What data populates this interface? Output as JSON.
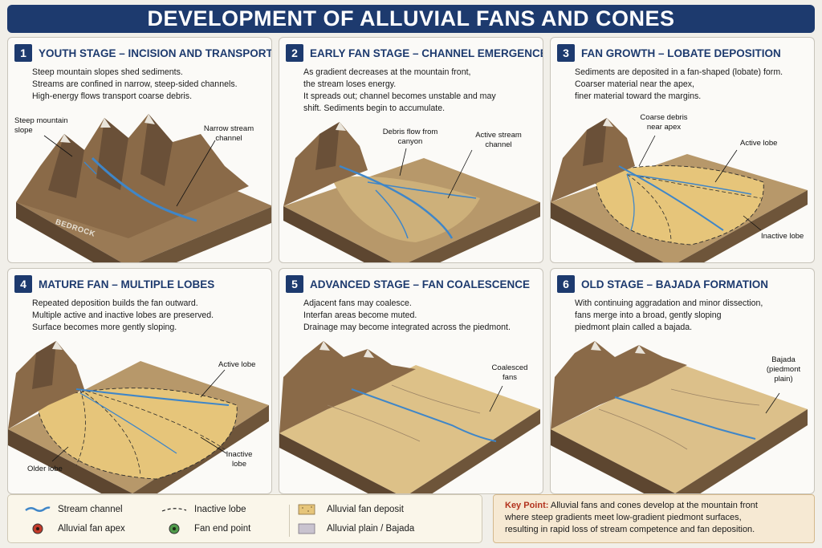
{
  "title": "DEVELOPMENT OF ALLUVIAL FANS AND CONES",
  "panels": [
    {
      "num": "1",
      "title": "YOUTH STAGE – INCISION AND TRANSPORT",
      "lines": [
        "Steep mountain slopes shed sediments.",
        "Streams are confined in narrow, steep-sided channels.",
        "High-energy flows transport coarse debris."
      ],
      "labels": [
        "Steep mountain slope",
        "Narrow stream channel",
        "BEDROCK"
      ]
    },
    {
      "num": "2",
      "title": "EARLY FAN STAGE – CHANNEL EMERGENCE",
      "lines": [
        "As gradient decreases at the mountain front,",
        "the stream loses energy.",
        "It spreads out; channel becomes unstable and may",
        "shift. Sediments begin to accumulate."
      ],
      "labels": [
        "Debris flow from canyon",
        "Active stream channel"
      ]
    },
    {
      "num": "3",
      "title": "FAN GROWTH – LOBATE DEPOSITION",
      "lines": [
        "Sediments are deposited in a fan-shaped (lobate) form.",
        "Coarser material near the apex,",
        "finer material toward the margins."
      ],
      "labels": [
        "Coarse debris near apex",
        "Active lobe",
        "Inactive lobe"
      ]
    },
    {
      "num": "4",
      "title": "MATURE FAN – MULTIPLE LOBES",
      "lines": [
        "Repeated deposition builds the fan outward.",
        "Multiple active and inactive lobes are preserved.",
        "Surface becomes more gently sloping."
      ],
      "labels": [
        "Active lobe",
        "Inactive lobe",
        "Older lobe"
      ]
    },
    {
      "num": "5",
      "title": "ADVANCED STAGE – FAN COALESCENCE",
      "lines": [
        "Adjacent fans may coalesce.",
        "Interfan areas become muted.",
        "Drainage may become integrated across the piedmont."
      ],
      "labels": [
        "Coalesced fans"
      ]
    },
    {
      "num": "6",
      "title": "OLD STAGE – BAJADA FORMATION",
      "lines": [
        "With continuing aggradation and minor dissection,",
        "fans merge into a broad, gently sloping",
        "piedmont plain called a bajada."
      ],
      "labels": [
        "Bajada (piedmont plain)"
      ]
    }
  ],
  "legend": {
    "stream": "Stream channel",
    "inactive": "Inactive lobe",
    "deposit": "Alluvial fan deposit",
    "apex": "Alluvial fan apex",
    "endpoint": "Fan end point",
    "plain": "Alluvial plain / Bajada"
  },
  "keypoint": {
    "label": "Key Point:",
    "line1": "Alluvial fans and cones develop at the mountain front",
    "line2": "where steep gradients meet low-gradient piedmont surfaces,",
    "line3": "resulting in rapid loss of stream competence and fan deposition."
  },
  "colors": {
    "header": "#1d3a6e",
    "stream": "#3f86c8",
    "fan": "#e6c57a",
    "ground": "#b7986a",
    "mountain": "#8a6a48",
    "keypoint_label": "#b2321d"
  }
}
